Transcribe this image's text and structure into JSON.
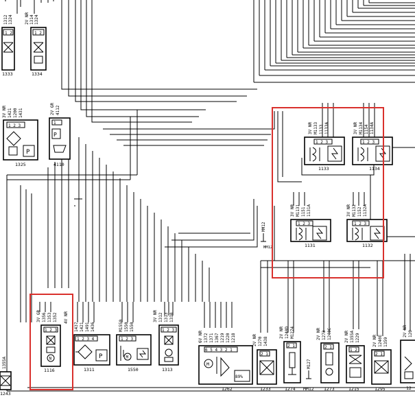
{
  "highlight_color": "#d9302c",
  "components": [
    {
      "id": "c1333",
      "label": "1333",
      "spec": "",
      "wires": [
        "1312",
        "1324"
      ],
      "symbol": "valve-icon"
    },
    {
      "id": "c1334",
      "label": "1334",
      "spec": "2V NR",
      "wires": [
        "1314",
        "1324"
      ],
      "symbol": "valve-icon"
    },
    {
      "id": "c1325",
      "label": "1325",
      "spec": "3V NR",
      "wires": [
        "1421",
        "1200",
        "1431"
      ],
      "symbol": "pump-icon"
    },
    {
      "id": "c4110",
      "label": "4110",
      "spec": "2V GR",
      "wires": [
        "4112"
      ],
      "symbol": "oil-pressure-icon"
    },
    {
      "id": "c1133",
      "label": "1133",
      "spec": "3V NR",
      "wires": [
        "M1133",
        "1133",
        "1133A"
      ],
      "symbol": "ignition-coil-icon"
    },
    {
      "id": "c1134",
      "label": "1134",
      "spec": "3V NR",
      "wires": [
        "M1134",
        "1154",
        "1134A"
      ],
      "symbol": "ignition-coil-icon"
    },
    {
      "id": "c1131",
      "label": "1131",
      "spec": "3V NR",
      "wires": [
        "M1131",
        "1151",
        "1131A"
      ],
      "symbol": "ignition-coil-icon"
    },
    {
      "id": "c1132",
      "label": "1132",
      "spec": "3V NR",
      "wires": [
        "M1132",
        "1152",
        "1132A"
      ],
      "symbol": "ignition-coil-icon"
    },
    {
      "id": "c1116",
      "label": "1116",
      "spec": "3V GR",
      "wires": [
        "1356",
        "1353",
        "1352"
      ],
      "symbol": "speed-sensor-icon"
    },
    {
      "id": "c1311",
      "label": "1311",
      "spec": "4V NR",
      "wires": [
        "1437",
        "1421",
        "1491",
        "1436"
      ],
      "symbol": "pressure-sensor-icon"
    },
    {
      "id": "c1550",
      "label": "1550",
      "spec": "",
      "wires": [
        "M1550",
        "1550",
        "1550"
      ],
      "symbol": "motor-icon"
    },
    {
      "id": "c1313",
      "label": "1313",
      "spec": "3V NR",
      "wires": [
        "1312",
        "1313",
        "1330"
      ],
      "symbol": "sensor-icon"
    },
    {
      "id": "c1262",
      "label": "1262",
      "spec": "6V NR",
      "wires": [
        "1372",
        "1371",
        "1367",
        "1219",
        "1220",
        "1218"
      ],
      "symbol": "throttle-motor-icon"
    },
    {
      "id": "c1233",
      "label": "1233",
      "spec": "2V NR",
      "wires": [
        "1270",
        "1438"
      ],
      "symbol": "valve-icon"
    },
    {
      "id": "c1274",
      "label": "1274",
      "spec": "2V NR",
      "wires": [
        "1240D",
        "M1274"
      ],
      "symbol": "resistor-icon"
    },
    {
      "id": "c1273",
      "label": "1273",
      "spec": "2V NR",
      "wires": [
        "1273",
        "1240C"
      ],
      "symbol": "temp-sensor-icon"
    },
    {
      "id": "c1215",
      "label": "1215",
      "spec": "2V NR",
      "wires": [
        "1355A",
        "1229"
      ],
      "symbol": "valve-icon"
    },
    {
      "id": "c1295",
      "label": "1295",
      "spec": "2V NR",
      "wires": [
        "1240E",
        "1359"
      ],
      "symbol": "valve-icon"
    },
    {
      "id": "c1243",
      "label": "1243",
      "spec": "",
      "wires": [
        "1355A"
      ],
      "symbol": "valve-icon"
    }
  ],
  "ground_points": [
    {
      "id": "g1",
      "label": "MM12"
    },
    {
      "id": "g2",
      "label": "MM12"
    },
    {
      "id": "g3",
      "label": "M127"
    },
    {
      "id": "g4",
      "label": "MM12"
    }
  ]
}
